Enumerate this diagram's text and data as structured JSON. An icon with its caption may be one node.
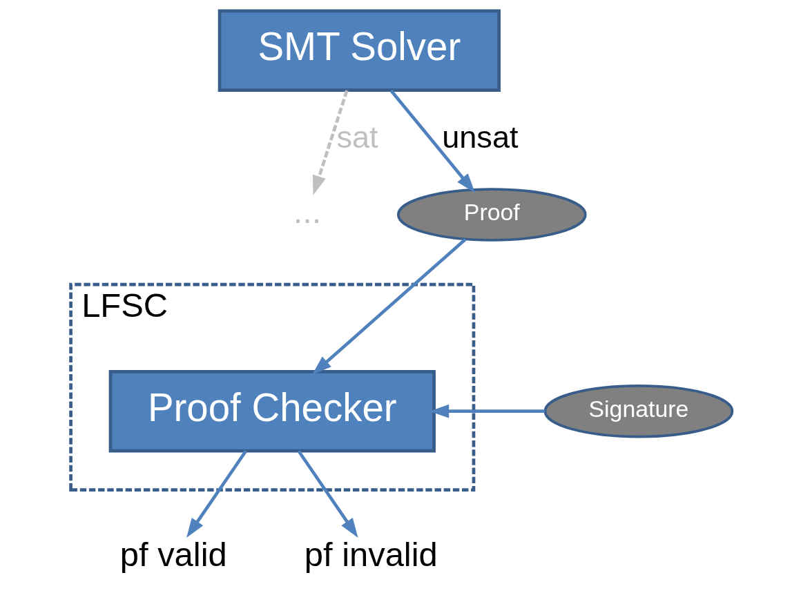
{
  "diagram": {
    "nodes": [
      {
        "text": [
          "SMT Solver"
        ]
      },
      {
        "text": [
          "..."
        ]
      },
      {
        "text": [
          "Proof"
        ]
      },
      {
        "text": [
          "LFSC"
        ]
      },
      {
        "text": [
          "Proof Checker"
        ],
        "in": 3
      },
      {
        "text": [
          "Signature"
        ]
      },
      {
        "text": [
          "pf valid"
        ]
      },
      {
        "text": [
          "pf invalid"
        ]
      }
    ],
    "edges": [
      {
        "from": 0,
        "to": 1,
        "arrow": "to",
        "label": "sat",
        "style": "dashed",
        "color": "#bfbfbf"
      },
      {
        "from": 0,
        "to": 2,
        "arrow": "to",
        "label": "unsat"
      },
      {
        "from": 2,
        "to": 4,
        "arrow": "to"
      },
      {
        "from": 5,
        "to": 4,
        "arrow": "to"
      },
      {
        "from": 4,
        "to": 6,
        "arrow": "to"
      },
      {
        "from": 4,
        "to": 7,
        "arrow": "to"
      }
    ]
  }
}
